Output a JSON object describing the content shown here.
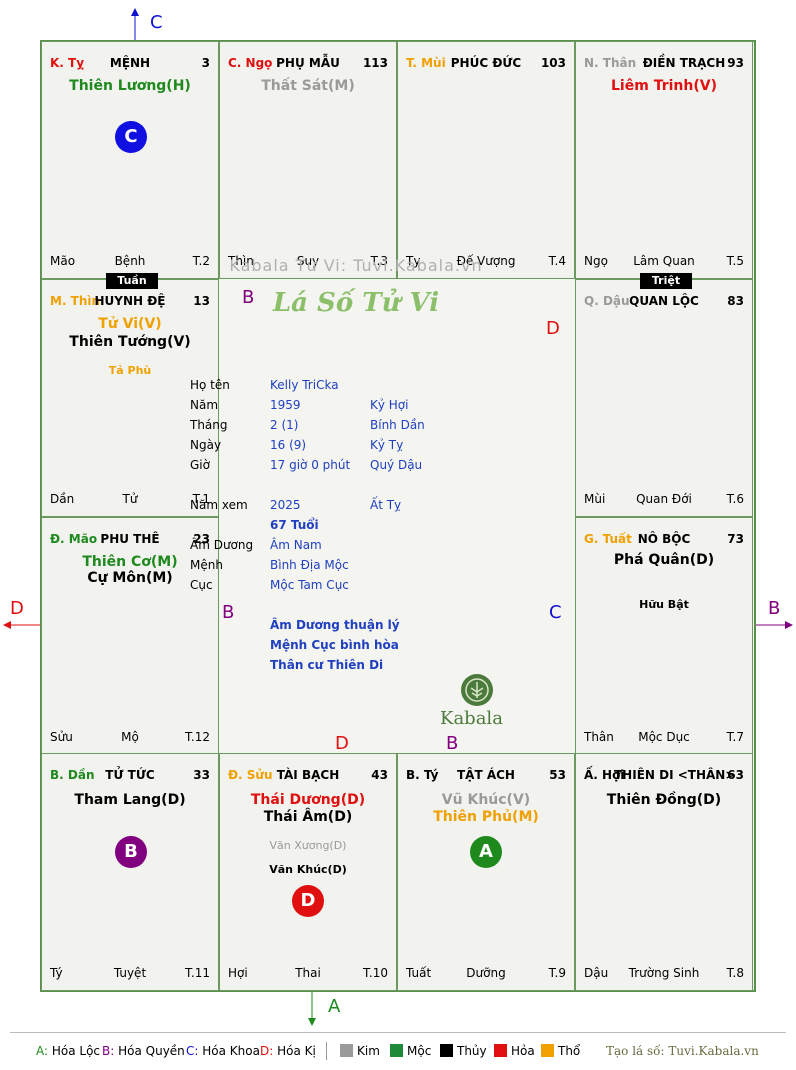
{
  "palaces": {
    "ty": {
      "branch": "K. Tỵ",
      "name": "MỆNH",
      "num": "3",
      "main": [
        {
          "t": "Thiên Lương(H)",
          "c": "#1e8a1e"
        }
      ],
      "minor": [],
      "bl": "Mão",
      "bc": "Bệnh",
      "br": "T.2"
    },
    "ngo": {
      "branch": "C. Ngọ",
      "name": "PHỤ MẪU",
      "num": "113",
      "main": [
        {
          "t": "Thất Sát(M)",
          "c": "#9a9a9a"
        }
      ],
      "minor": [],
      "bl": "Thìn",
      "bc": "Suy",
      "br": "T.3"
    },
    "mui": {
      "branch": "T. Mùi",
      "name": "PHÚC ĐỨC",
      "num": "103",
      "main": [],
      "minor": [],
      "bl": "Tỵ",
      "bc": "Đế Vượng",
      "br": "T.4"
    },
    "than": {
      "branch": "N. Thân",
      "name": "ĐIỀN TRẠCH",
      "num": "93",
      "main": [
        {
          "t": "Liêm Trinh(V)",
          "c": "#e01010"
        }
      ],
      "minor": [],
      "bl": "Ngọ",
      "bc": "Lâm Quan",
      "br": "T.5"
    },
    "thin": {
      "branch": "M. Thìn",
      "name": "HUYNH ĐỆ",
      "num": "13",
      "main": [
        {
          "t": "Tử Vi(V)",
          "c": "#f0a000"
        },
        {
          "t": "Thiên Tướng(V)",
          "c": "#000000"
        }
      ],
      "minor": [
        {
          "t": "Tả Phù",
          "c": "#f0a000"
        }
      ],
      "bl": "Dần",
      "bc": "Tử",
      "br": "T.1"
    },
    "dau": {
      "branch": "Q. Dậu",
      "name": "QUAN LỘC",
      "num": "83",
      "main": [],
      "minor": [],
      "bl": "Mùi",
      "bc": "Quan Đới",
      "br": "T.6"
    },
    "mao": {
      "branch": "Đ. Mão",
      "name": "PHU THÊ",
      "num": "23",
      "main": [
        {
          "t": "Thiên Cơ(M)",
          "c": "#1e8a1e"
        },
        {
          "t": "Cự Môn(M)",
          "c": "#000000"
        }
      ],
      "minor": [],
      "bl": "Sửu",
      "bc": "Mộ",
      "br": "T.12"
    },
    "tuat": {
      "branch": "G. Tuất",
      "name": "NÔ BỘC",
      "num": "73",
      "main": [
        {
          "t": "Phá Quân(D)",
          "c": "#000000"
        }
      ],
      "minor": [
        {
          "t": "Hữu Bật",
          "c": "#000000"
        }
      ],
      "bl": "Thân",
      "bc": "Mộc Dục",
      "br": "T.7"
    },
    "dan": {
      "branch": "B. Dần",
      "name": "TỬ TỨC",
      "num": "33",
      "main": [
        {
          "t": "Tham Lang(D)",
          "c": "#000000"
        }
      ],
      "minor": [],
      "bl": "Tý",
      "bc": "Tuyệt",
      "br": "T.11"
    },
    "suu": {
      "branch": "Đ. Sửu",
      "name": "TÀI BẠCH",
      "num": "43",
      "main": [
        {
          "t": "Thái Dương(D)",
          "c": "#e01010"
        },
        {
          "t": "Thái Âm(D)",
          "c": "#000000"
        }
      ],
      "minor": [
        {
          "t": "Văn Xương(D)",
          "c": "#9a9a9a"
        },
        {
          "t": "Văn Khúc(D)",
          "c": "#000000"
        }
      ],
      "bl": "Hợi",
      "bc": "Thai",
      "br": "T.10"
    },
    "ti": {
      "branch": "B. Tý",
      "name": "TẬT ÁCH",
      "num": "53",
      "main": [
        {
          "t": "Vũ Khúc(V)",
          "c": "#9a9a9a"
        },
        {
          "t": "Thiên Phủ(M)",
          "c": "#f0a000"
        }
      ],
      "minor": [],
      "bl": "Tuất",
      "bc": "Dưỡng",
      "br": "T.9"
    },
    "hoi": {
      "branch": "Ấ. Hợi",
      "name": "THIÊN DI <THÂN>",
      "num": "63",
      "main": [
        {
          "t": "Thiên Đồng(D)",
          "c": "#000000"
        }
      ],
      "minor": [],
      "bl": "Dậu",
      "bc": "Trường Sinh",
      "br": "T.8"
    }
  },
  "badges": {
    "tuan": "Tuần",
    "triet": "Triệt"
  },
  "circles": {
    "c": "C",
    "b": "B",
    "a": "A",
    "d": "D"
  },
  "arrows": {
    "top": "C",
    "bottom": "A",
    "left": "D",
    "right": "B",
    "b1": "B",
    "d1": "D",
    "b2": "B",
    "c2": "C",
    "d2": "D",
    "b3": "B"
  },
  "center": {
    "watermark": "Kabala Tử Vi: Tuvi.Kabala.vn",
    "title": "Lá Số Tử Vi",
    "rows": [
      {
        "l": "Họ tên",
        "v": "Kelly TriCka",
        "w": ""
      },
      {
        "l": "Năm",
        "v": "1959",
        "w": "Kỷ Hợi"
      },
      {
        "l": "Tháng",
        "v": "2  (1)",
        "w": "Bính Dần"
      },
      {
        "l": "Ngày",
        "v": "16  (9)",
        "w": "Kỷ Tỵ"
      },
      {
        "l": "Giờ",
        "v": "17 giờ 0 phút",
        "w": "Quý Dậu"
      }
    ],
    "year_label": "Năm xem",
    "year_val": "2025",
    "year_can": "Ất Tỵ",
    "age": "67 Tuổi",
    "rows2": [
      {
        "l": "Âm Dương",
        "v": "Âm Nam"
      },
      {
        "l": "Mệnh",
        "v": "Bình Địa Mộc"
      },
      {
        "l": "Cục",
        "v": "Mộc Tam Cục"
      }
    ],
    "notes": [
      "Âm Dương thuận lý",
      "Mệnh Cục bình hòa",
      "Thân cư Thiên Di"
    ],
    "logo": "Kabala"
  },
  "legend": {
    "items": [
      {
        "k": "A:",
        "t": "Hóa Lộc",
        "c": "#1e8a1e"
      },
      {
        "k": "B:",
        "t": "Hóa Quyền",
        "c": "#800080"
      },
      {
        "k": "C:",
        "t": "Hóa Khoa",
        "c": "#1010d0"
      },
      {
        "k": "D:",
        "t": "Hóa Kị",
        "c": "#e01010"
      }
    ],
    "elements": [
      {
        "t": "Kim",
        "c": "#9a9a9a"
      },
      {
        "t": "Mộc",
        "c": "#1e8a3a"
      },
      {
        "t": "Thủy",
        "c": "#000000"
      },
      {
        "t": "Hỏa",
        "c": "#e01010"
      },
      {
        "t": "Thổ",
        "c": "#f0a000"
      }
    ],
    "site": "Tạo lá số: Tuvi.Kabala.vn"
  }
}
